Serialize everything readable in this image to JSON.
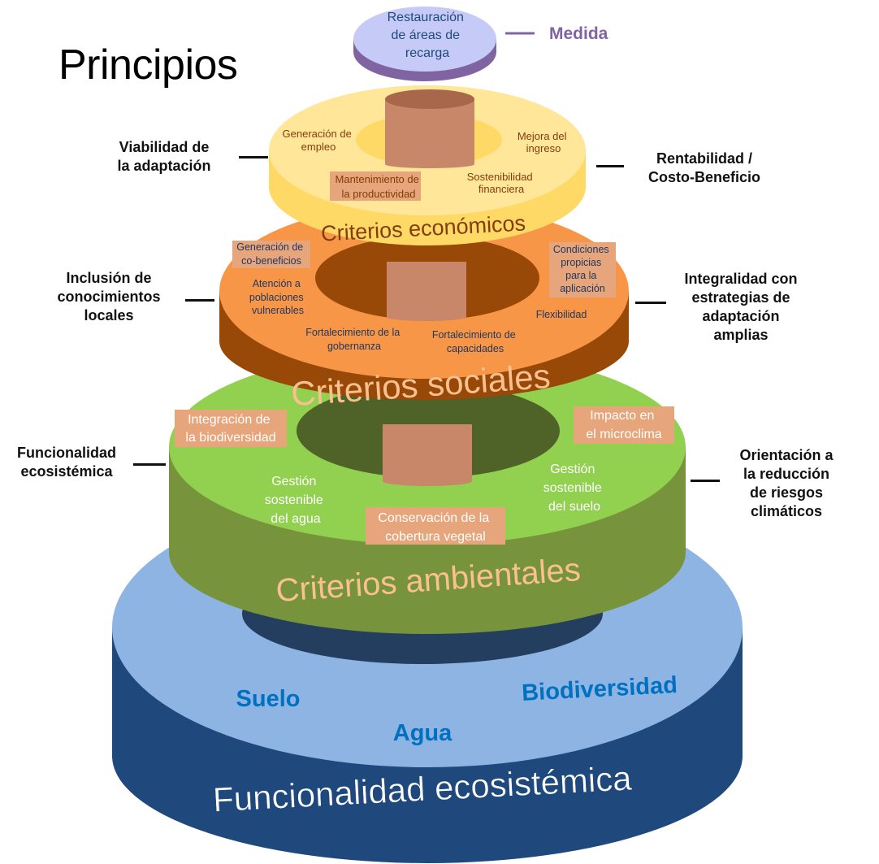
{
  "title": "Principios",
  "medida": {
    "label": "Medida",
    "top_disk": [
      "Restauración",
      "de áreas de",
      "recarga"
    ]
  },
  "tiers": {
    "economic": {
      "title": "Criterios económicos",
      "items": {
        "empleo": [
          "Generación de",
          "empleo"
        ],
        "ingreso": [
          "Mejora del",
          "ingreso"
        ],
        "productividad": [
          "Mantenimiento de",
          "la productividad"
        ],
        "financiera": [
          "Sostenibilidad",
          "financiera"
        ]
      }
    },
    "social": {
      "title": "Criterios sociales",
      "items": {
        "cobeneficios": [
          "Generación de",
          "co-beneficios"
        ],
        "vulnerables": [
          "Atención a",
          "poblaciones",
          "vulnerables"
        ],
        "gobernanza": [
          "Fortalecimiento de la",
          "gobernanza"
        ],
        "capacidades": [
          "Fortalecimiento de",
          "capacidades"
        ],
        "condiciones": [
          "Condiciones",
          "propicias",
          "para la",
          "aplicación"
        ],
        "flexibilidad": [
          "Flexibilidad"
        ]
      }
    },
    "environmental": {
      "title": "Criterios ambientales",
      "items": {
        "biodiversidad": [
          "Integración de",
          "la biodiversidad"
        ],
        "microclima": [
          "Impacto en",
          "el microclima"
        ],
        "agua": [
          "Gestión",
          "sostenible",
          "del agua"
        ],
        "suelo": [
          "Gestión",
          "sostenible",
          "del suelo"
        ],
        "cobertura": [
          "Conservación de la",
          "cobertura vegetal"
        ]
      }
    },
    "base": {
      "title": "Funcionalidad ecosistémica",
      "items": {
        "suelo": "Suelo",
        "agua": "Agua",
        "biodiversidad": "Biodiversidad"
      }
    }
  },
  "side_principles": {
    "viabilidad": [
      "Viabilidad de",
      "la adaptación"
    ],
    "rentabilidad": [
      "Rentabilidad /",
      "Costo-Beneficio"
    ],
    "inclusion": [
      "Inclusión de",
      "conocimientos",
      "locales"
    ],
    "integralidad": [
      "Integralidad con",
      "estrategias de",
      "adaptación",
      "amplias"
    ],
    "funcionalidad": [
      "Funcionalidad",
      "ecosistémica"
    ],
    "orientacion": [
      "Orientación a",
      "la reducción",
      "de riesgos",
      "climáticos"
    ]
  },
  "colors": {
    "base_top": "#8eb4e3",
    "base_side": "#1f497d",
    "base_text": "#0070c0",
    "env_top": "#92d050",
    "env_side": "#77933c",
    "env_title": "#fac090",
    "soc_top": "#f79646",
    "soc_side": "#984807",
    "soc_text": "#1f3864",
    "eco_top": "#ffe699",
    "eco_side": "#ffd966",
    "eco_title": "#843c0c",
    "top_disk": "#c5cbf6",
    "top_disk_side": "#8064a2",
    "medida": "#8064a2",
    "column": "#c9876a",
    "item_highlight": "#e6a57a"
  }
}
